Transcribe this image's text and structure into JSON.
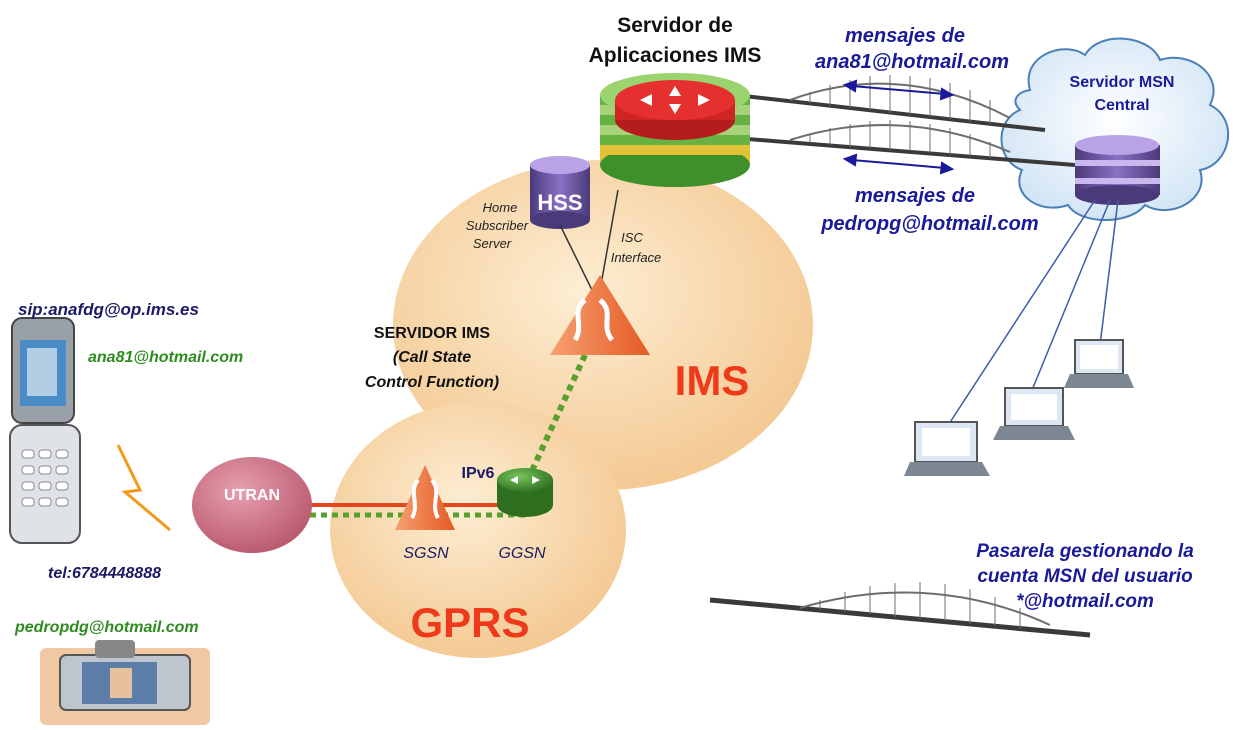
{
  "diagram": {
    "title_app_server_line1": "Servidor de",
    "title_app_server_line2": "Aplicaciones IMS",
    "msg_ana_line1": "mensajes de",
    "msg_ana_line2": "ana81@hotmail.com",
    "msg_pedro_line1": "mensajes de",
    "msg_pedro_line2": "pedropg@hotmail.com",
    "msn_server_line1": "Servidor MSN",
    "msn_server_line2": "Central",
    "hss_label": "HSS",
    "hss_desc_line1": "Home",
    "hss_desc_line2": "Subscriber",
    "hss_desc_line3": "Server",
    "isc_line1": "ISC",
    "isc_line2": "Interface",
    "cscf_line1": "SERVIDOR IMS",
    "cscf_line2": "(Call State",
    "cscf_line3": "Control Function)",
    "ims_label": "IMS",
    "gprs_label": "GPRS",
    "ipv6_label": "IPv6",
    "sgsn_label": "SGSN",
    "ggsn_label": "GGSN",
    "utran_label": "UTRAN",
    "sip_address": "sip:anafdg@op.ims.es",
    "ana_hotmail": "ana81@hotmail.com",
    "tel_number": "tel:6784448888",
    "pedro_hotmail": "pedropdg@hotmail.com",
    "gateway_line1": "Pasarela gestionando la",
    "gateway_line2": "cuenta MSN del usuario",
    "gateway_line3": "*@hotmail.com"
  },
  "colors": {
    "label_blue": "#1a1a99",
    "address_green": "#2e8b1f",
    "ims_red": "#ee3a1a",
    "ims_bubble": "#f8d7a4",
    "gprs_bubble": "#f8d19a",
    "utran_pink": "#d06a80",
    "ggsn_green": "#3c8c2a",
    "hss_purple": "#6a4f96"
  }
}
